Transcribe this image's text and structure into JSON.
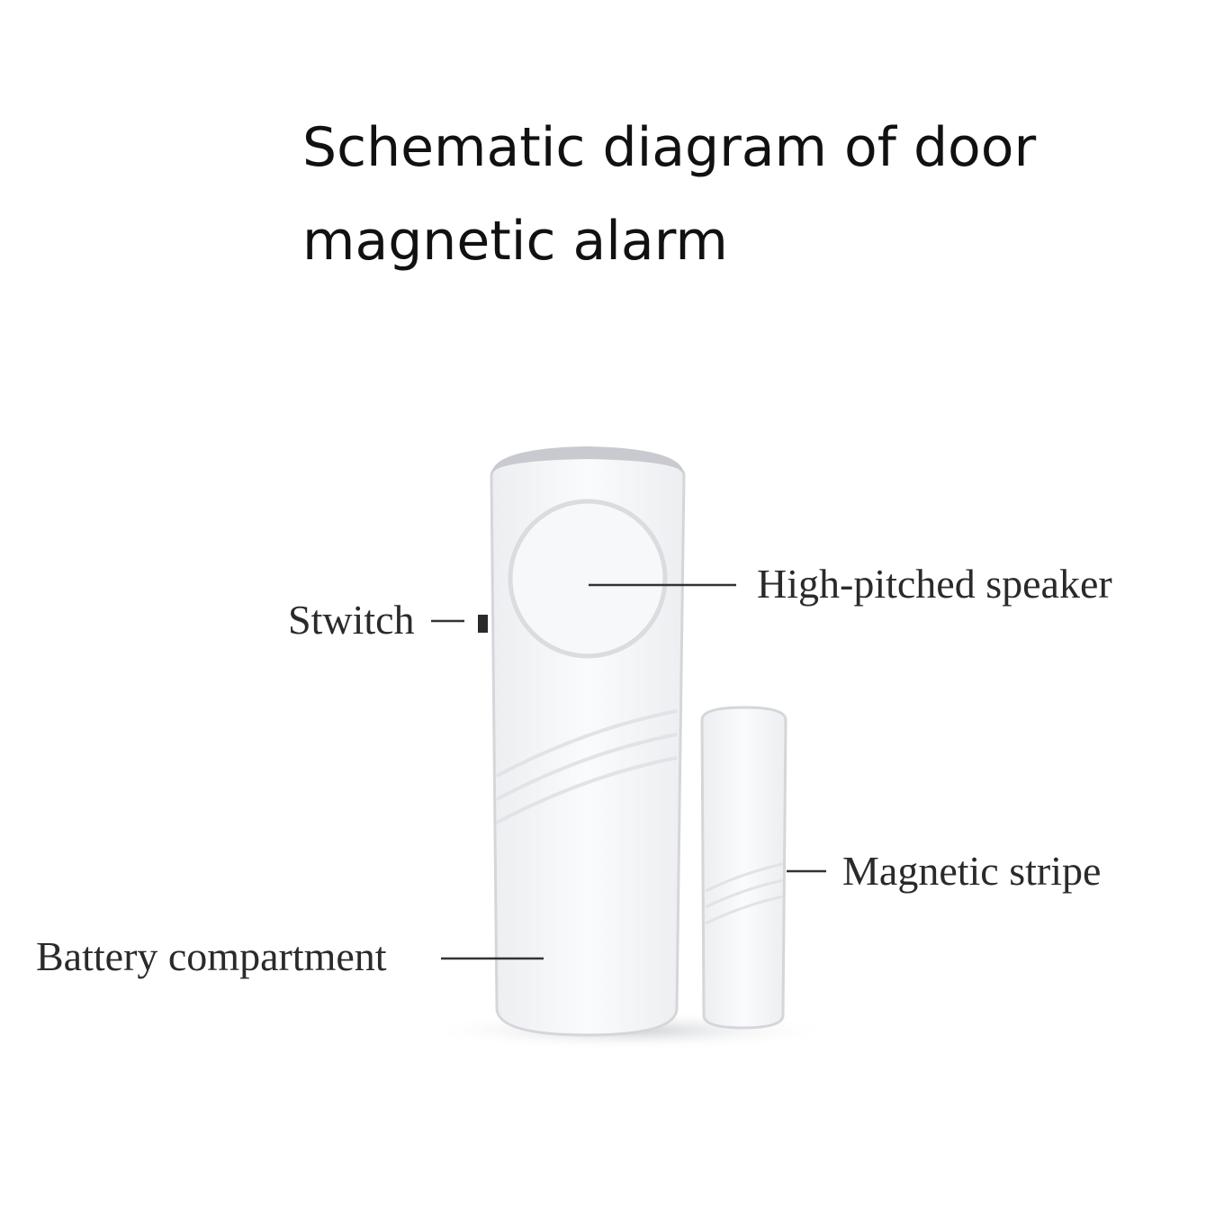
{
  "title": {
    "line1": "Schematic diagram of door",
    "line2": "magnetic alarm"
  },
  "labels": {
    "switch": "Stwitch",
    "speaker": "High-pitched speaker",
    "magnetic": "Magnetic stripe",
    "battery": "Battery compartment"
  },
  "colors": {
    "device_body": "#f4f5f7",
    "device_outline": "#d4d6da",
    "leader_line": "#333333",
    "text": "#2a2a2a"
  }
}
